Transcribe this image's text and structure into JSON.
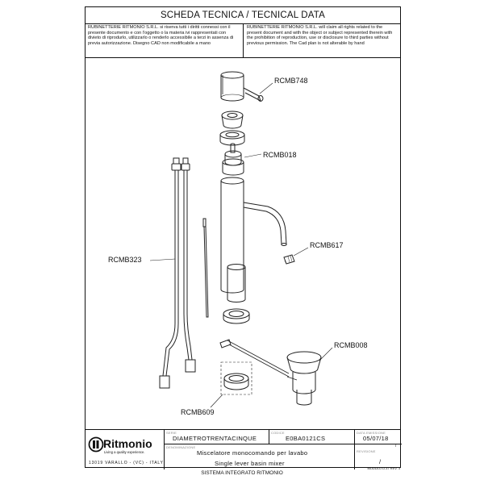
{
  "header": {
    "title": "SCHEDA TECNICA / TECNICAL DATA"
  },
  "notice": {
    "italian": "RUBINETTERIE RITMONIO S.R.L. si riserva tutti i diritti connessi con il presente documento e con l'oggetto o la materia ivi rappresentati con divieto di riprodurlo, utilizzarlo o renderlo accessibile a terzi in assenza di previa autorizzazione. Disegno CAD non modificabile a mano",
    "english": "RUBINETTERIE RITMONIO S.R.L. will claim all rights related to the present document and with the object or subject represented therein with the prohibition of reproduction, use or disclosure to third parties without previous permission. The Cad plan is not alterable by hand"
  },
  "drawing": {
    "labels": {
      "handle": "RCMB748",
      "cartridge": "RCMB018",
      "aerator": "RCMB617",
      "hoses": "RCMB323",
      "waste": "RCMB008",
      "gasket": "RCMB609"
    }
  },
  "title_block": {
    "logo": {
      "name": "Ritmonio",
      "tagline": "Living a quality experience.",
      "address": "13019 VARALLO - (VC) - ITALY"
    },
    "series_label": "SERIE",
    "series": "DIAMETROTRENTACINQUE",
    "code_label": "CODICE",
    "code": "E0BA0121CS",
    "date_label": "DATA EMISSIONE",
    "date": "05/07/18",
    "description_label": "DENOMINAZIONE",
    "description_it": "Miscelatore monocomando per lavabo",
    "description_en": "Single lever basin mixer",
    "revision_label": "REVISIONE",
    "revision_top": "/",
    "revision": "/"
  },
  "footer": {
    "system": "SISTEMA INTEGRATO RITMONIO",
    "module": "MODULO D.37 REV. 3"
  }
}
